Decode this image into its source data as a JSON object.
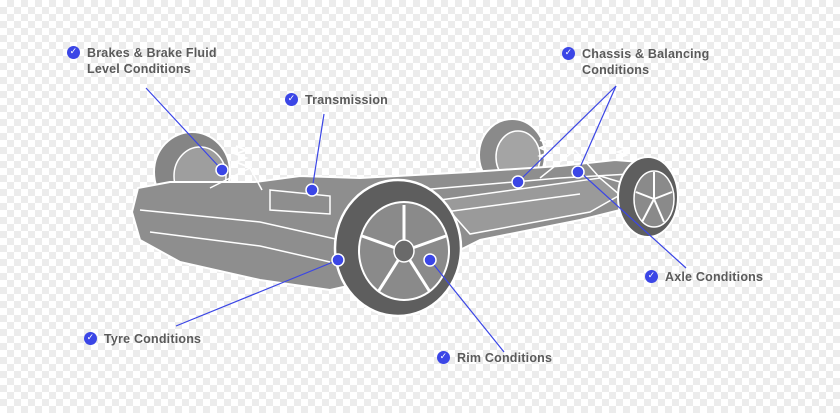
{
  "accent_color": "#3b46e6",
  "chassis_color": "#8e8e8e",
  "check_icon": "check-circle-icon",
  "callouts": {
    "brakes": "Brakes & Brake Fluid\nLevel Conditions",
    "transmission": "Transmission",
    "chassis": "Chassis & Balancing\nConditions",
    "axle": "Axle Conditions",
    "tyre": "Tyre Conditions",
    "rim": "Rim Conditions"
  }
}
